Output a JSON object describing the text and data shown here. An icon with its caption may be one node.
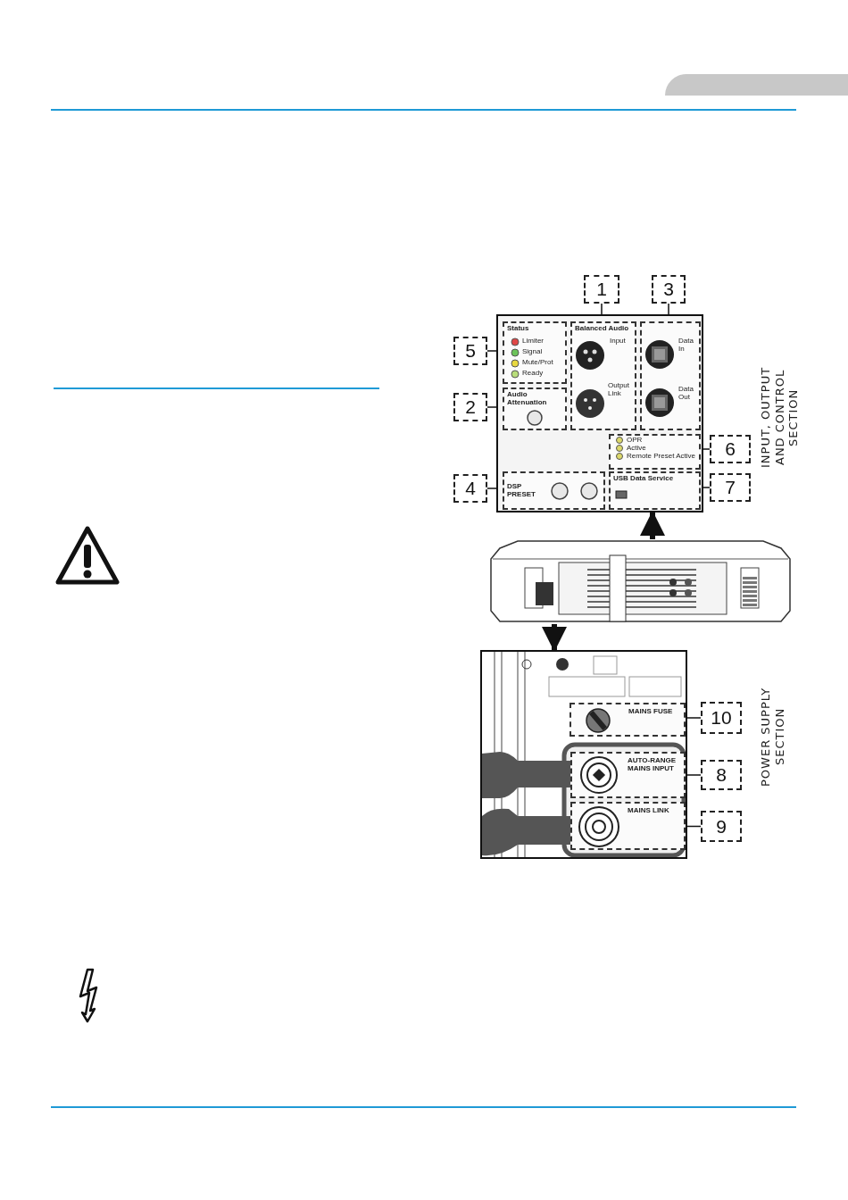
{
  "diagram": {
    "nodes": [
      {
        "text": [
          "1"
        ]
      },
      {
        "text": [
          "3"
        ]
      },
      {
        "text": [
          "5"
        ]
      },
      {
        "text": [
          "2"
        ]
      },
      {
        "text": [
          "6"
        ]
      },
      {
        "text": [
          "4"
        ]
      },
      {
        "text": [
          "7"
        ]
      },
      {
        "text": [
          "10"
        ]
      },
      {
        "text": [
          "8"
        ]
      },
      {
        "text": [
          "9"
        ]
      },
      {
        "text": [],
        "shape": "box"
      },
      {
        "text": [
          "Status",
          "Limiter",
          "Signal",
          "Mute/Prot",
          "Ready"
        ],
        "in": 10
      },
      {
        "text": [
          "Balanced Audio",
          "Input",
          "Output Link"
        ],
        "in": 10
      },
      {
        "text": [
          "Data In",
          "Data Out"
        ],
        "in": 10
      },
      {
        "text": [
          "Audio Attenuation"
        ],
        "in": 10
      },
      {
        "text": [
          "OPR",
          "Active",
          "Remote Preset Active"
        ],
        "in": 10
      },
      {
        "text": [
          "DSP PRESET"
        ],
        "in": 10
      },
      {
        "text": [
          "USB Data Service"
        ],
        "in": 10
      },
      {
        "text": [],
        "shape": "picture"
      },
      {
        "text": [],
        "shape": "box"
      },
      {
        "text": [
          "MAINS FUSE"
        ],
        "in": 19
      },
      {
        "text": [
          "AUTO-RANGE MAINS INPUT"
        ],
        "in": 19
      },
      {
        "text": [
          "MAINS LINK"
        ],
        "in": 19
      }
    ],
    "edges": [
      {
        "from": 0,
        "to": 12,
        "arrow": "none"
      },
      {
        "from": 1,
        "to": 13,
        "arrow": "none"
      },
      {
        "from": 2,
        "to": 11,
        "arrow": "none"
      },
      {
        "from": 3,
        "to": 14,
        "arrow": "none"
      },
      {
        "from": 4,
        "to": 15,
        "arrow": "none"
      },
      {
        "from": 5,
        "to": 16,
        "arrow": "none"
      },
      {
        "from": 6,
        "to": 17,
        "arrow": "none"
      },
      {
        "from": 7,
        "to": 20,
        "arrow": "none"
      },
      {
        "from": 8,
        "to": 21,
        "arrow": "none"
      },
      {
        "from": 9,
        "to": 22,
        "arrow": "none"
      },
      {
        "from": 18,
        "to": 10,
        "arrow": "to",
        "style": "thick"
      },
      {
        "from": 18,
        "to": 19,
        "arrow": "to",
        "style": "thick"
      }
    ],
    "labels": [
      "INPUT, OUTPUT AND CONTROL SECTION",
      "POWER SUPPLY SECTION"
    ]
  }
}
